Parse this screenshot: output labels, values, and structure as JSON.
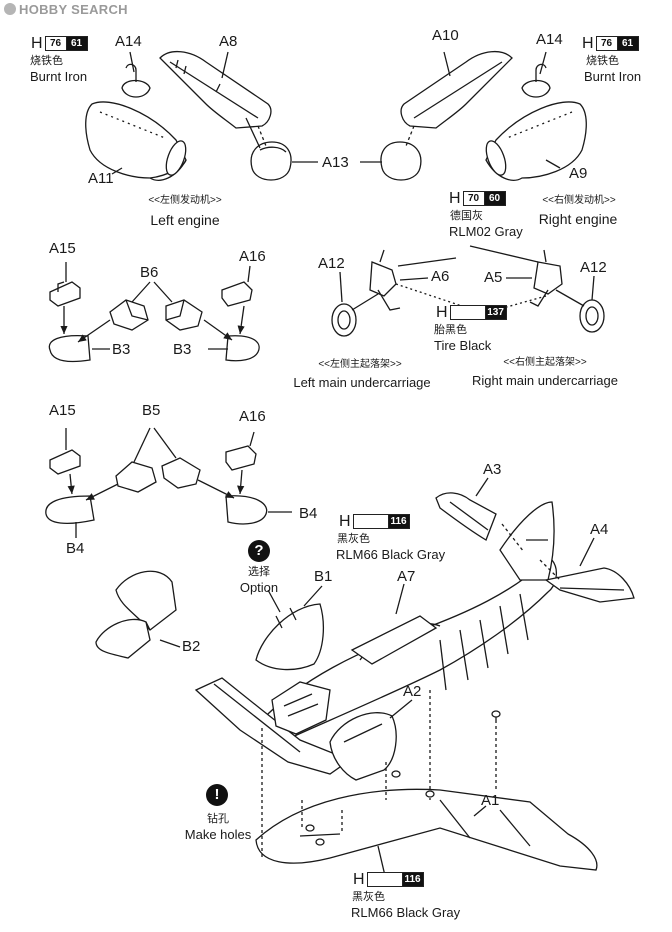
{
  "watermark": "HOBBY SEARCH",
  "colors": {
    "line": "#1a1a1a",
    "swatch_dark": "#111111",
    "watermark": "#9a9a9a"
  },
  "paints": {
    "burnt_iron": {
      "prefix": "H",
      "code_a": "76",
      "code_b": "61",
      "zh": "烧铁色",
      "en": "Burnt Iron"
    },
    "rlm02": {
      "prefix": "H",
      "code_a": "70",
      "code_b": "60",
      "zh": "德国灰",
      "en": "RLM02 Gray"
    },
    "tire": {
      "prefix": "H",
      "code_a": "",
      "code_b": "137",
      "zh": "胎黑色",
      "en": "Tire Black"
    },
    "rlm66": {
      "prefix": "H",
      "code_a": "",
      "code_b": "116",
      "zh": "黑灰色",
      "en": "RLM66 Black Gray"
    }
  },
  "engines": {
    "left_zh": "<<左侧发动机>>",
    "left_en": "Left engine",
    "right_zh": "<<右侧发动机>>",
    "right_en": "Right engine"
  },
  "undercarriage": {
    "left_zh": "<<左侧主起落架>>",
    "left_en": "Left main undercarriage",
    "right_zh": "<<右侧主起落架>>",
    "right_en": "Right main undercarriage"
  },
  "option": {
    "symbol": "?",
    "zh": "选择",
    "en": "Option"
  },
  "holes": {
    "symbol": "!",
    "zh": "钻孔",
    "en": "Make holes"
  },
  "parts": {
    "A14": "A14",
    "A8": "A8",
    "A10": "A10",
    "A11": "A11",
    "A13": "A13",
    "A9": "A9",
    "A15": "A15",
    "A16": "A16",
    "B6": "B6",
    "B3": "B3",
    "A12": "A12",
    "A6": "A6",
    "A5": "A5",
    "B5": "B5",
    "B4": "B4",
    "A3": "A3",
    "A4": "A4",
    "B1": "B1",
    "A7": "A7",
    "B2": "B2",
    "A2": "A2",
    "A1": "A1"
  }
}
